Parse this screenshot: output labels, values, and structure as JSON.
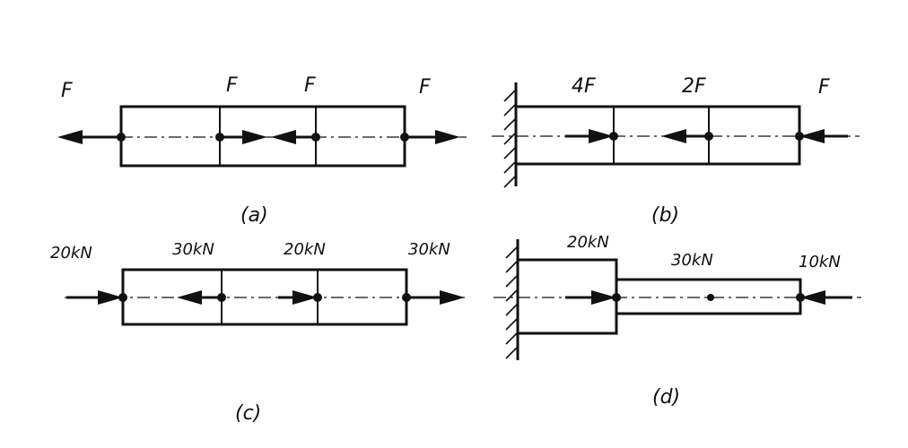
{
  "panels": {
    "a": {
      "caption": "(a)",
      "labels": [
        "F",
        "F",
        "F",
        "F"
      ]
    },
    "b": {
      "caption": "(b)",
      "labels": [
        "4F",
        "2F",
        "F"
      ]
    },
    "c": {
      "caption": "(c)",
      "labels": [
        "20kN",
        "30kN",
        "20kN",
        "30kN"
      ]
    },
    "d": {
      "caption": "(d)",
      "labels": [
        "20kN",
        "30kN",
        "10kN"
      ]
    }
  }
}
